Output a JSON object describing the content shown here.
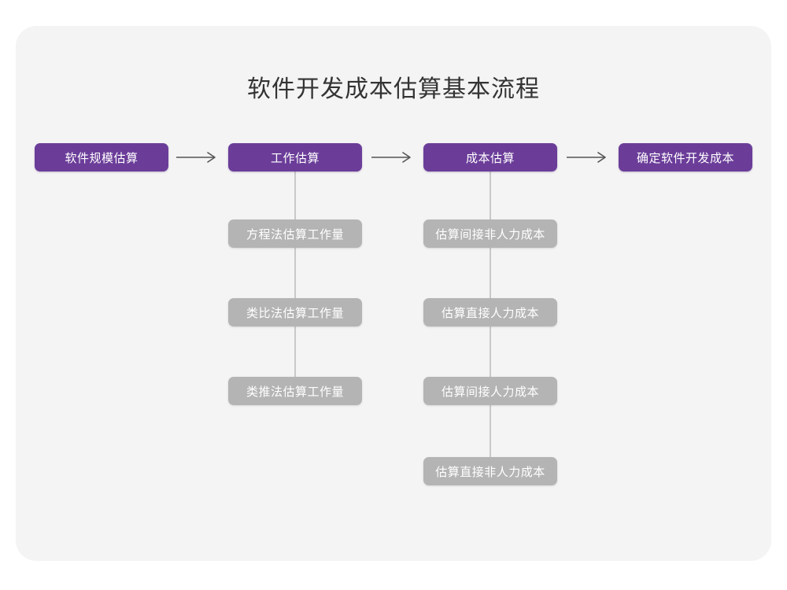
{
  "title": "软件开发成本估算基本流程",
  "colors": {
    "page_background": "#ffffff",
    "card_background": "#f4f4f5",
    "primary_node": "#6b3d99",
    "secondary_node": "#b4b4b4",
    "node_text": "#ffffff",
    "title_text": "#333333",
    "connector_line": "#c9c9c9",
    "arrow": "#555555"
  },
  "chart_data": {
    "type": "diagram",
    "title": "软件开发成本估算基本流程",
    "orientation": "left-to-right main flow with vertical sub-step branches",
    "main_flow": [
      {
        "id": "step1",
        "label": "软件规模估算",
        "style": "primary"
      },
      {
        "id": "step2",
        "label": "工作估算",
        "style": "primary"
      },
      {
        "id": "step3",
        "label": "成本估算",
        "style": "primary"
      },
      {
        "id": "step4",
        "label": "确定软件开发成本",
        "style": "primary"
      }
    ],
    "main_flow_arrows": [
      {
        "from": "step1",
        "to": "step2",
        "glyph": "→"
      },
      {
        "from": "step2",
        "to": "step3",
        "glyph": "→"
      },
      {
        "from": "step3",
        "to": "step4",
        "glyph": "→"
      }
    ],
    "branches": [
      {
        "parent": "step2",
        "parent_label": "工作估算",
        "items": [
          {
            "label": "方程法估算工作量",
            "style": "secondary"
          },
          {
            "label": "类比法估算工作量",
            "style": "secondary"
          },
          {
            "label": "类推法估算工作量",
            "style": "secondary"
          }
        ]
      },
      {
        "parent": "step3",
        "parent_label": "成本估算",
        "items": [
          {
            "label": "估算间接非人力成本",
            "style": "secondary"
          },
          {
            "label": "估算直接人力成本",
            "style": "secondary"
          },
          {
            "label": "估算间接人力成本",
            "style": "secondary"
          },
          {
            "label": "估算直接非人力成本",
            "style": "secondary"
          }
        ]
      }
    ]
  }
}
